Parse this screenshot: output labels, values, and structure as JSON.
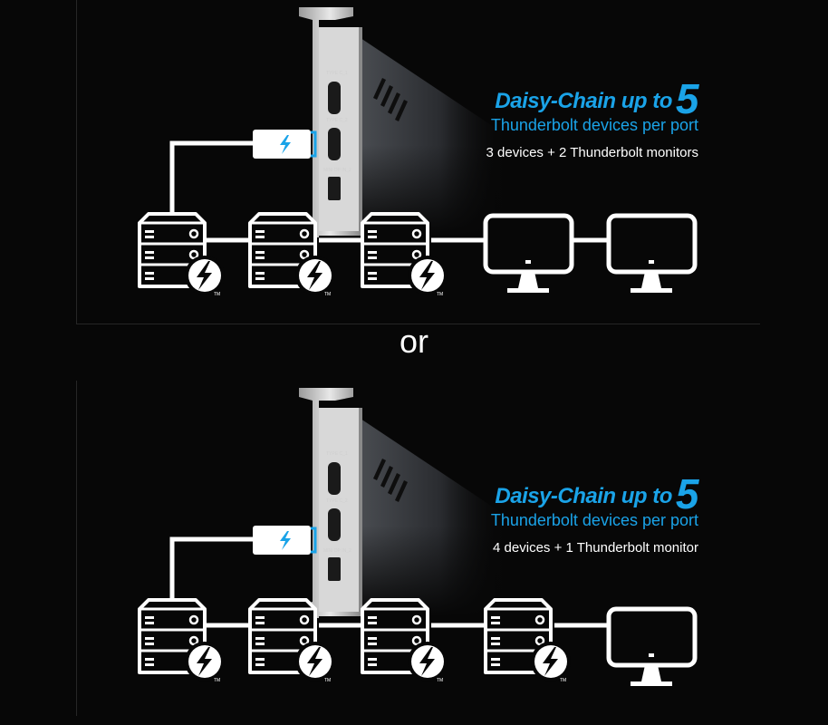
{
  "colors": {
    "accent": "#1aa3e8",
    "background": "#070707",
    "line": "#ffffff"
  },
  "or_label": "or",
  "panels": [
    {
      "headline_prefix": "Daisy-Chain up to",
      "headline_number": "5",
      "subheading": "Thunderbolt devices per port",
      "description": "3 devices + 2 Thunderbolt monitors",
      "port_labels": [
        "TYPE C_1",
        "TYPE C_2",
        "MINI DP IN_2"
      ],
      "trademark": "TM"
    },
    {
      "headline_prefix": "Daisy-Chain up to",
      "headline_number": "5",
      "subheading": "Thunderbolt devices per port",
      "description": "4 devices + 1 Thunderbolt monitor",
      "port_labels": [
        "TYPE C_1",
        "TYPE C_2",
        "MINI DP IN_2"
      ],
      "trademark": "TM"
    }
  ]
}
